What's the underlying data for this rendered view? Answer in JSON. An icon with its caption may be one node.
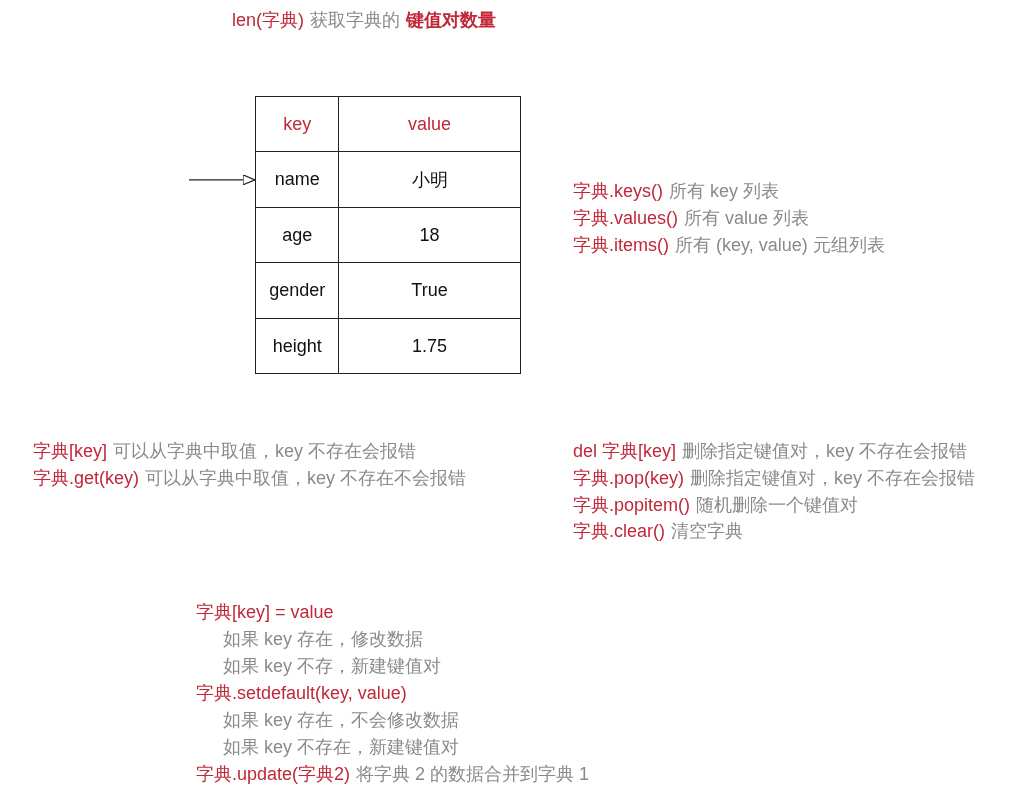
{
  "diagram": {
    "nodes": [
      {
        "text": [
          "key"
        ]
      },
      {
        "text": [
          "value"
        ]
      },
      {
        "text": [
          "name"
        ]
      },
      {
        "text": [
          "小明"
        ]
      },
      {
        "text": [
          "age"
        ]
      },
      {
        "text": [
          "18"
        ]
      },
      {
        "text": [
          "gender"
        ]
      },
      {
        "text": [
          "True"
        ]
      },
      {
        "text": [
          "height"
        ]
      },
      {
        "text": [
          "1.75"
        ]
      }
    ],
    "edges": [
      {
        "from": null,
        "to": 2,
        "arrow": "to"
      }
    ],
    "labels": [
      "len(字典)",
      "获取字典的",
      "键值对数量",
      "字典.keys()",
      "所有 key 列表",
      "字典.values()",
      "所有 value 列表",
      "字典.items()",
      "所有 (key, value) 元组列表",
      "字典[key]",
      "可以从字典中取值，key 不存在会报错",
      "字典.get(key)",
      "可以从字典中取值，key 不存在不会报错",
      "del 字典[key]",
      "删除指定键值对，key 不存在会报错",
      "字典.pop(key)",
      "删除指定键值对，key 不存在会报错",
      "字典.popitem()",
      "随机删除一个键值对",
      "字典.clear()",
      "清空字典",
      "字典[key] = value",
      "如果 key 存在，修改数据",
      "如果 key 不存，新建键值对",
      "字典.setdefault(key, value)",
      "如果 key 存在，不会修改数据",
      "如果 key 不存在，新建键值对",
      "字典.update(字典2)",
      "将字典 2 的数据合并到字典 1"
    ]
  }
}
